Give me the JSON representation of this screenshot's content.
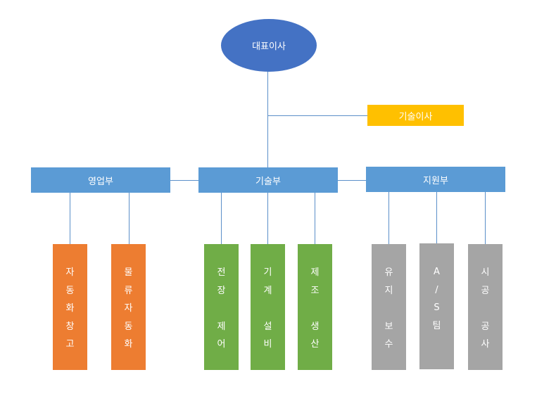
{
  "root": {
    "label": "대표이사"
  },
  "sub": {
    "label": "기술이사"
  },
  "departments": [
    {
      "label": "영업부"
    },
    {
      "label": "기술부"
    },
    {
      "label": "지원부"
    }
  ],
  "teams": [
    {
      "label": "자\n동\n화\n창\n고",
      "dept": "영업부"
    },
    {
      "label": "물\n류\n자\n동\n화",
      "dept": "영업부"
    },
    {
      "label": "전\n장\n\n제\n어",
      "dept": "기술부"
    },
    {
      "label": "기\n계\n\n설\n비",
      "dept": "기술부"
    },
    {
      "label": "제\n조\n\n생\n산",
      "dept": "기술부"
    },
    {
      "label": "유\n지\n\n보\n수",
      "dept": "지원부"
    },
    {
      "label": "A\n/\nS\n팀",
      "dept": "지원부"
    },
    {
      "label": "시\n공\n\n공\n사",
      "dept": "지원부"
    }
  ],
  "colors": {
    "root": "#4472c4",
    "department": "#5b9bd5",
    "sub": "#ffc000",
    "sales_teams": "#ed7d31",
    "tech_teams": "#70ad47",
    "support_teams": "#a5a5a5",
    "connector": "#5b8fc9"
  }
}
